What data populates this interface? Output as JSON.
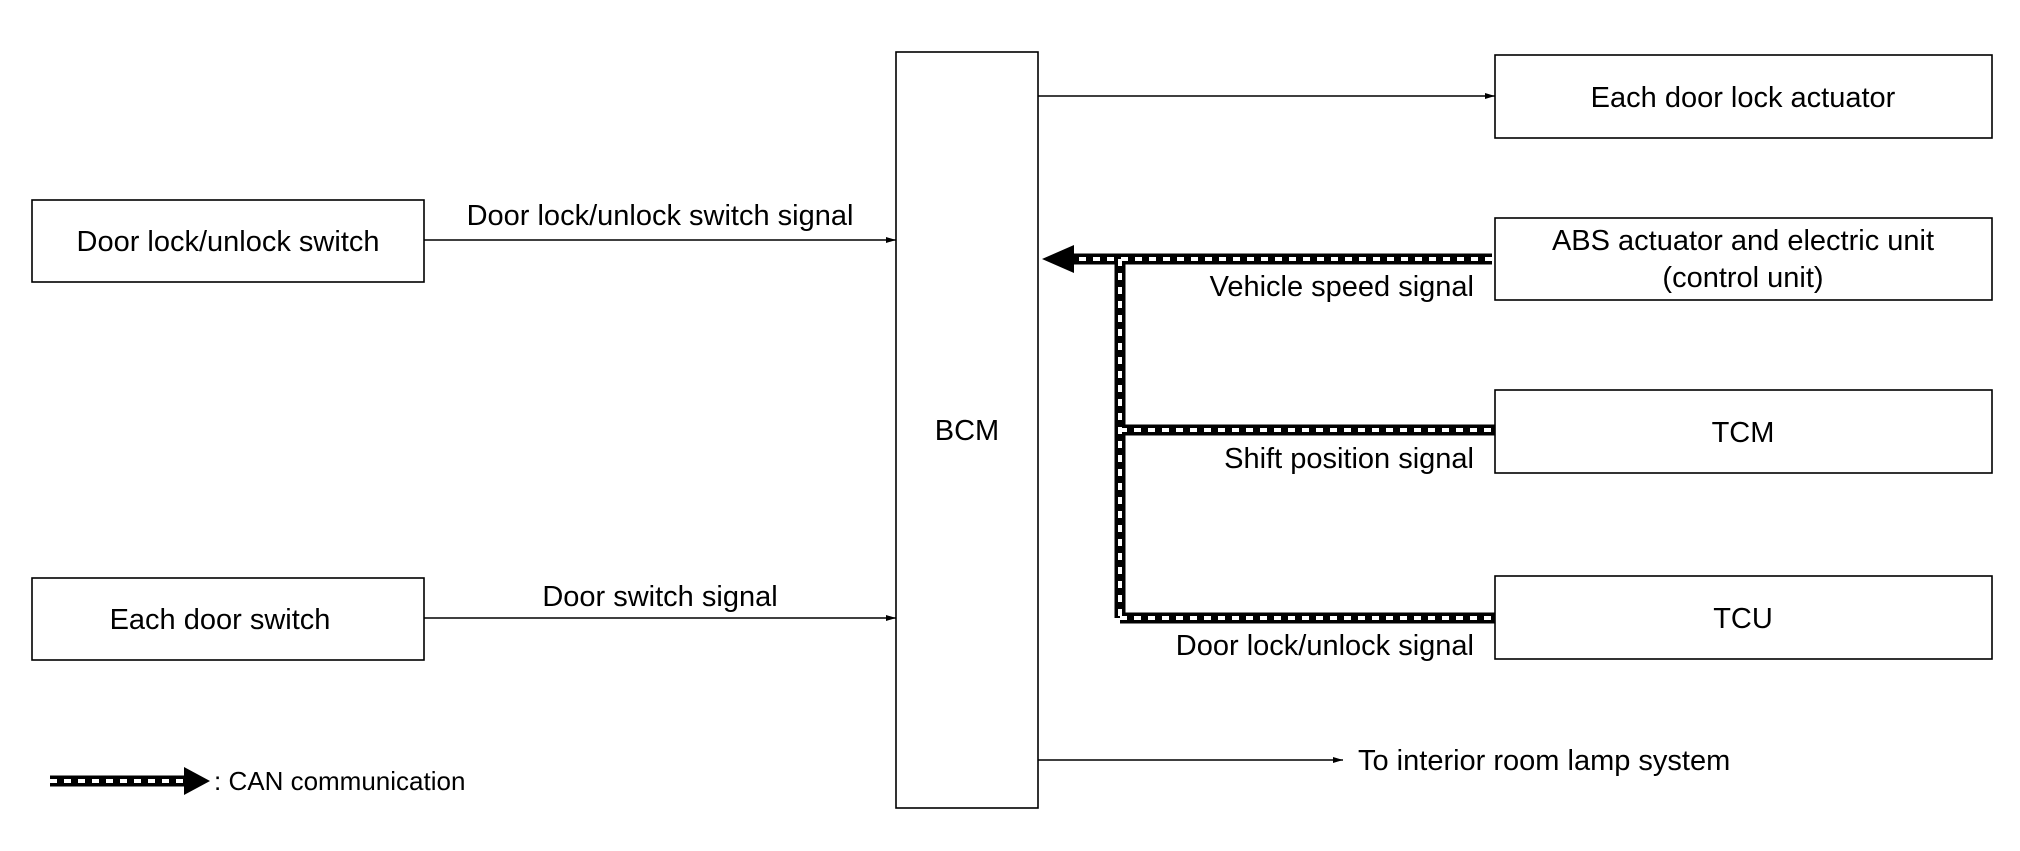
{
  "diagram": {
    "bcm": "BCM",
    "inputs": {
      "door_lock_switch": "Door lock/unlock switch",
      "door_lock_switch_signal": "Door lock/unlock switch signal",
      "door_switch": "Each door switch",
      "door_switch_signal": "Door switch signal"
    },
    "outputs": {
      "door_lock_actuator": "Each door lock actuator",
      "interior_lamp": "To interior room lamp system"
    },
    "can_units": {
      "abs_line1": "ABS actuator and electric unit",
      "abs_line2": "(control unit)",
      "vehicle_speed_signal": "Vehicle speed signal",
      "tcm": "TCM",
      "shift_position_signal": "Shift position signal",
      "tcu": "TCU",
      "door_lock_unlock_signal": "Door lock/unlock signal"
    },
    "legend": {
      "label": ": CAN communication"
    }
  }
}
